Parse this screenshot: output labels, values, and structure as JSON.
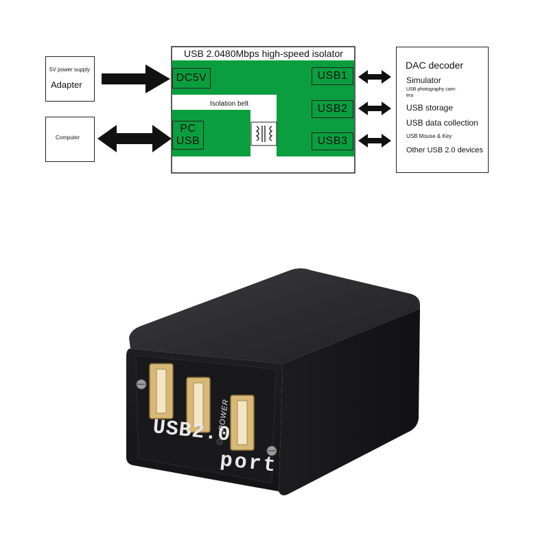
{
  "diagram": {
    "isolator_title": "USB 2.0480Mbps high-speed isolator",
    "isolation_belt": "Isolation belt",
    "ports": {
      "dc5v": "DC5V",
      "pc_line1": "PC",
      "pc_line2": "USB",
      "usb1": "USB1",
      "usb2": "USB2",
      "usb3": "USB3"
    },
    "power_box": {
      "small": "5V power supply",
      "large": "Adapter"
    },
    "computer_box": {
      "label": "Computer"
    },
    "devices_box": {
      "title": "DAC decoder",
      "items": [
        "Simulator",
        "USB photography cam-",
        "era",
        "USB storage",
        "USB data collection",
        "USB Mouse & Key",
        "Other USB 2.0 devices"
      ]
    },
    "colors": {
      "pcb_green": "#0a9e3e",
      "arrow": "#111111"
    }
  },
  "product": {
    "case_label_line1": "USB2.0",
    "case_label_line2": "port",
    "power_label": "POWER",
    "colors": {
      "case": "#1b1b1d",
      "connector": "#d8b877"
    }
  }
}
